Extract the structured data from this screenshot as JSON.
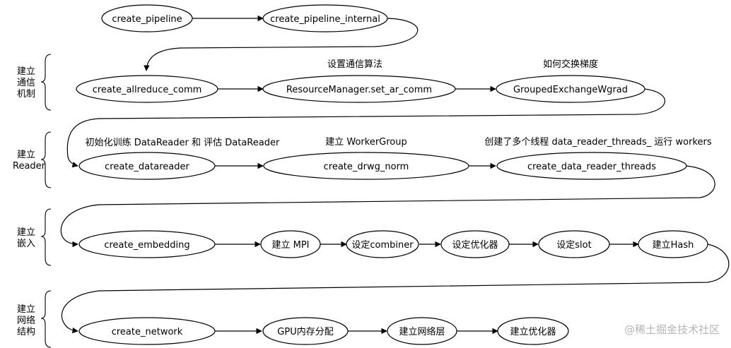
{
  "nodes": {
    "create_pipeline": "create_pipeline",
    "create_pipeline_internal": "create_pipeline_internal",
    "create_allreduce_comm": "create_allreduce_comm",
    "set_ar_comm": "ResourceManager.set_ar_comm",
    "grouped_exchange": "GroupedExchangeWgrad",
    "create_datareader": "create_datareader",
    "create_drwg_norm": "create_drwg_norm",
    "create_data_reader_threads": "create_data_reader_threads",
    "create_embedding": "create_embedding",
    "build_mpi": "建立 MPI",
    "set_combiner": "设定combiner",
    "set_optimizer": "设定优化器",
    "set_slot": "设定slot",
    "build_hash": "建立Hash",
    "create_network": "create_network",
    "gpu_mem": "GPU内存分配",
    "build_layers": "建立网络层",
    "build_optimizer": "建立优化器"
  },
  "notes": {
    "set_algo": "设置通信算法",
    "how_exchange": "如何交换梯度",
    "init_readers": "初始化训练 DataReader 和 评估 DataReader",
    "build_workergroup": "建立 WorkerGroup",
    "threads_note": "创建了多个线程 data_reader_threads_ 运行 workers"
  },
  "sections": {
    "comm": [
      "建立",
      "通信",
      "机制"
    ],
    "reader": [
      "建立",
      "Reader"
    ],
    "embed": [
      "建立",
      "嵌入"
    ],
    "network": [
      "建立",
      "网络",
      "结构"
    ]
  },
  "watermark": "@稀土掘金技术社区"
}
